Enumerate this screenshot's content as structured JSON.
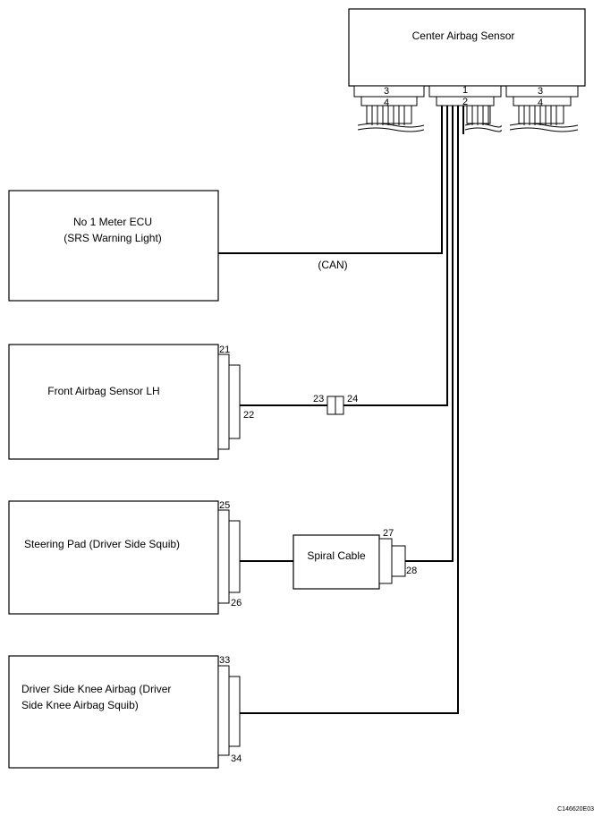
{
  "components": {
    "center_airbag_sensor": "Center Airbag Sensor",
    "meter_ecu_line1": "No 1 Meter ECU",
    "meter_ecu_line2": "(SRS Warning Light)",
    "front_sensor_lh": "Front Airbag Sensor LH",
    "steering_pad": "Steering Pad (Driver Side Squib)",
    "spiral_cable": "Spiral Cable",
    "knee_airbag_line1": "Driver Side Knee Airbag (Driver",
    "knee_airbag_line2": "Side Knee Airbag Squib)"
  },
  "signals": {
    "can": "(CAN)"
  },
  "pins": {
    "center_left_top": "3",
    "center_left_bottom": "4",
    "center_mid_top": "1",
    "center_mid_bottom": "2",
    "center_right_top": "3",
    "center_right_bottom": "4",
    "p21": "21",
    "p22": "22",
    "p23": "23",
    "p24": "24",
    "p25": "25",
    "p26": "26",
    "p27": "27",
    "p28": "28",
    "p33": "33",
    "p34": "34"
  },
  "figure_code": "C146620E03"
}
